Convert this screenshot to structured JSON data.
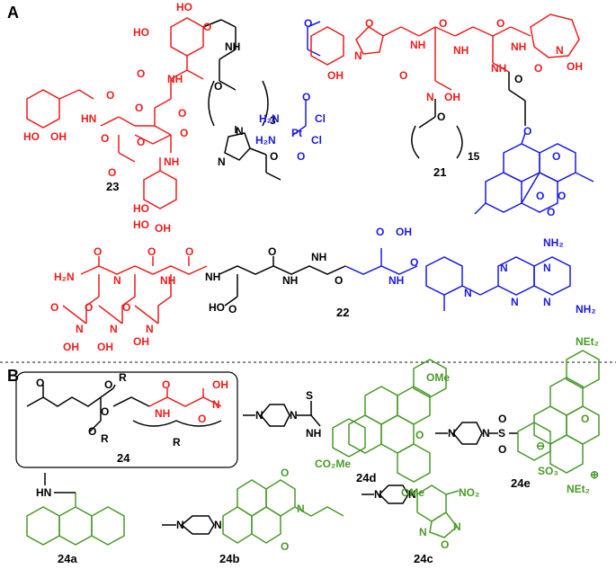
{
  "panels": {
    "a": {
      "label": "A"
    },
    "b": {
      "label": "B"
    }
  },
  "compounds": {
    "c23": "23",
    "c21": "21",
    "c22": "22",
    "c24": "24",
    "c24a": "24a",
    "c24b": "24b",
    "c24c": "24c",
    "c24d": "24d",
    "c24e": "24e"
  },
  "atoms": {
    "ho": "HO",
    "oh": "OH",
    "o": "O",
    "n": "N",
    "nh": "NH",
    "hn": "HN",
    "h2n": "H₂N",
    "nh2": "NH₂",
    "pt": "Pt",
    "cl": "Cl",
    "s": "S",
    "r": "R",
    "ome": "OMe",
    "co2me": "CO₂Me",
    "net2": "NEt₂",
    "so3": "SO₃",
    "no2": "NO₂",
    "n3": "3",
    "n15": "15",
    "plus": "⊕",
    "minus": "⊖"
  },
  "colors": {
    "siderophore": "#ee1c1c",
    "drug": "#1a1ae6",
    "fluorophore": "#4a9a2a",
    "linker": "#000000"
  }
}
